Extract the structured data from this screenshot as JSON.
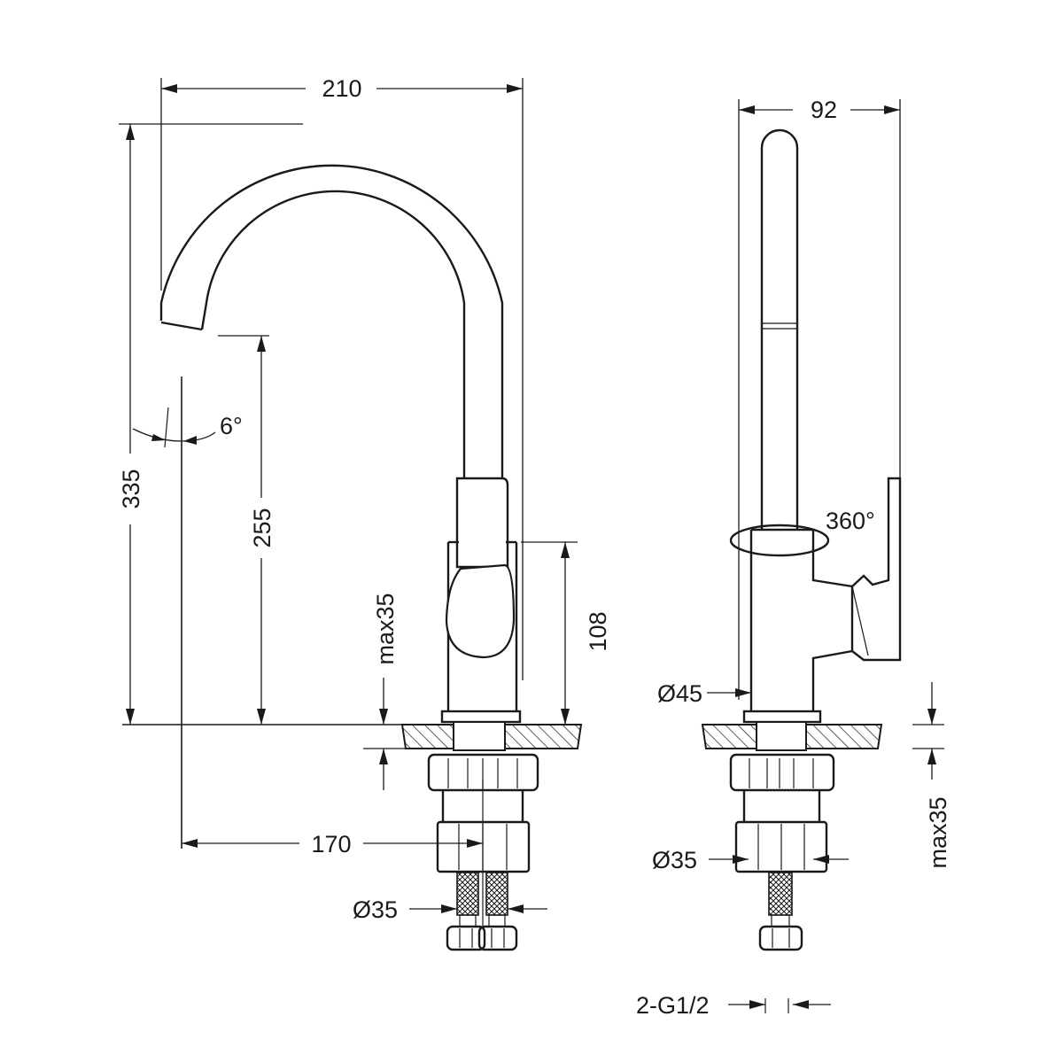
{
  "front_view": {
    "overall_width": "210",
    "overall_height": "335",
    "spout_height": "255",
    "spout_angle": "6°",
    "mount_thickness": "max35",
    "body_height": "108",
    "spout_reach": "170",
    "hose_diameter": "Ø35"
  },
  "side_view": {
    "depth": "92",
    "rotation": "360°",
    "base_diameter": "Ø45",
    "mount_thickness": "max35",
    "nut_diameter": "Ø35",
    "connection": "2-G1/2"
  }
}
